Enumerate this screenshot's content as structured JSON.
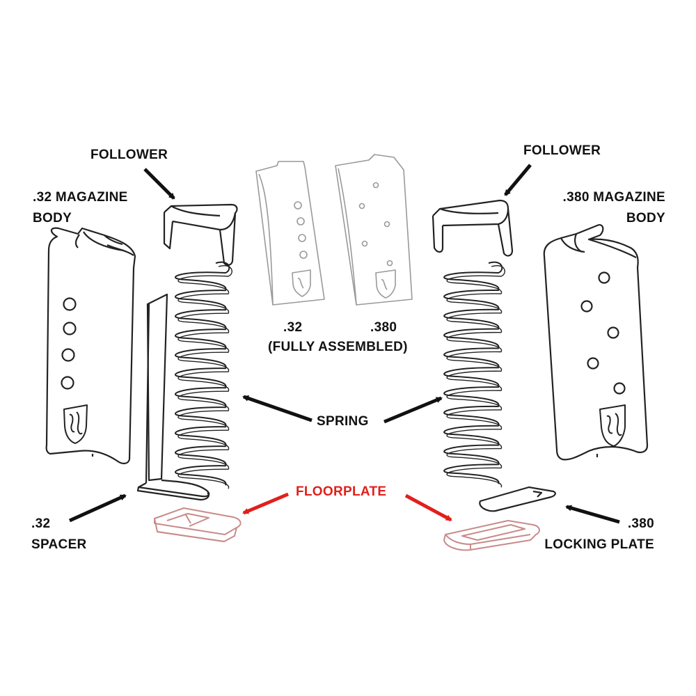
{
  "labels": {
    "follower_left": "FOLLOWER",
    "follower_right": "FOLLOWER",
    "mag32_body": [
      ".32 MAGAZINE",
      "BODY"
    ],
    "mag380_body": [
      ".380 MAGAZINE",
      "BODY"
    ],
    "assembled_32": ".32",
    "assembled_380": ".380",
    "fully_assembled": "(FULLY ASSEMBLED)",
    "spring": "SPRING",
    "floorplate": "FLOORPLATE",
    "spacer_32": [
      ".32",
      "SPACER"
    ],
    "locking_plate_380": [
      ".380",
      "LOCKING PLATE"
    ]
  },
  "colors": {
    "line": "#222222",
    "floorplate": "#e0201c",
    "floorplate_part": "#c98a8a",
    "thumb_line": "#999999",
    "logo": "shield-logo"
  }
}
